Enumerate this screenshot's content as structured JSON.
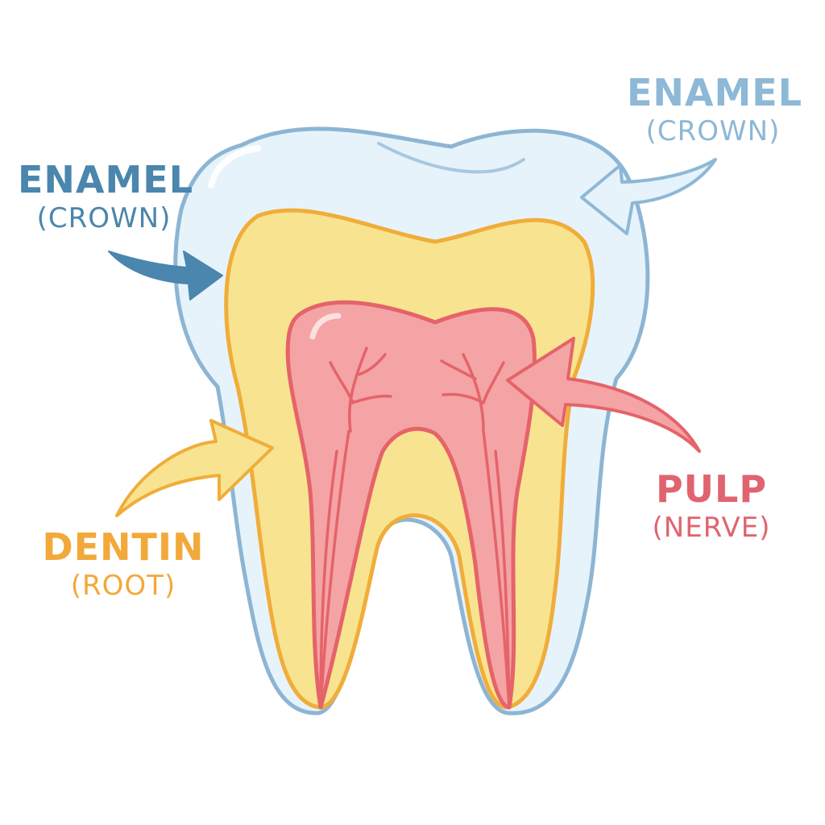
{
  "labels": {
    "enamel_left": {
      "title": "ENAMEL",
      "subtitle": "(CROWN)"
    },
    "enamel_right": {
      "title": "ENAMEL",
      "subtitle": "(CROWN)"
    },
    "dentin": {
      "title": "DENTIN",
      "subtitle": "(ROOT)"
    },
    "pulp": {
      "title": "PULP",
      "subtitle": "(NERVE)"
    }
  },
  "colors": {
    "enamel_dark": "#4a86ad",
    "enamel_light": "#8db8d6",
    "enamel_fill": "#e6f3fb",
    "enamel_outline": "#8db5d3",
    "dentin_fill": "#f8e490",
    "dentin_outline": "#f0ad3a",
    "dentin_text": "#f2a93a",
    "pulp_fill": "#f4a4a4",
    "pulp_outline": "#e5636a",
    "pulp_text": "#e06470"
  }
}
